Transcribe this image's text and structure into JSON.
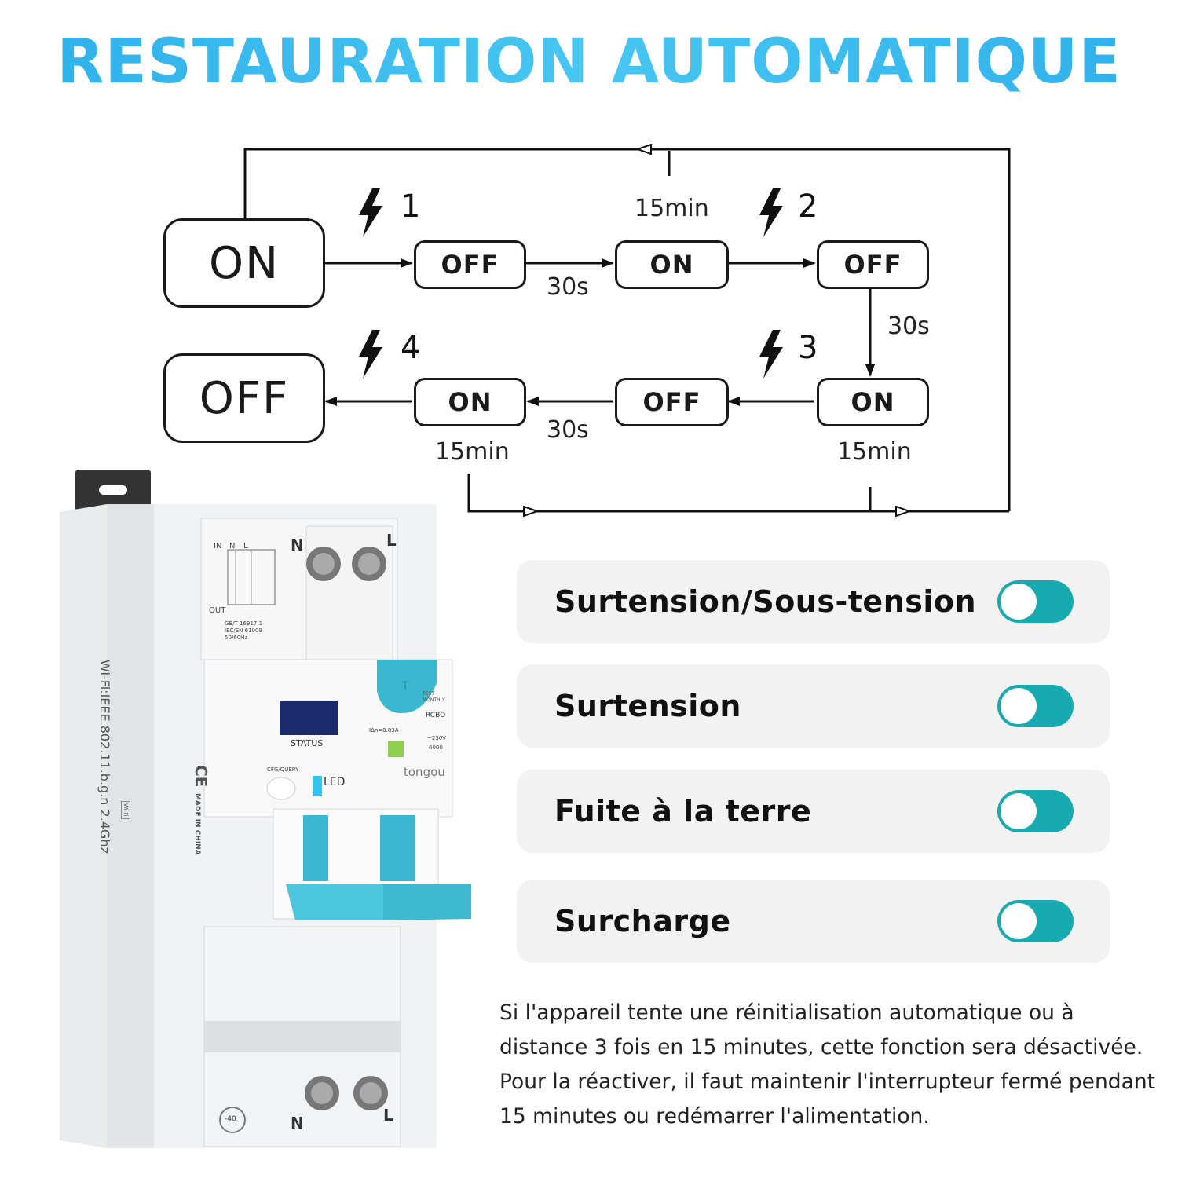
{
  "title": "RESTAURATION AUTOMATIQUE",
  "diagram": {
    "start_state": "ON",
    "end_state": "OFF",
    "states": {
      "row1_off": "OFF",
      "row1_on": "ON",
      "row1_off2": "OFF",
      "row2_on": "ON",
      "row2_off": "OFF",
      "row2_on2": "ON"
    },
    "events": [
      "1",
      "2",
      "3",
      "4"
    ],
    "delays": {
      "d1": "30s",
      "d2": "15min",
      "d3": "30s",
      "d4": "15min",
      "d5": "30s",
      "d6": "15min"
    },
    "bolt_icon": "lightning-bolt-icon"
  },
  "protections": [
    {
      "label": "Surtension/Sous-tension",
      "enabled": true
    },
    {
      "label": "Surtension",
      "enabled": true
    },
    {
      "label": "Fuite à la terre",
      "enabled": true
    },
    {
      "label": "Surcharge",
      "enabled": true
    }
  ],
  "toggle_color": "#17aab0",
  "title_color": "#38b9ec",
  "description": "Si l'appareil tente une réinitialisation automatique ou à distance 3 fois en 15 minutes, cette fonction sera désactivée. Pour la réactiver, il faut maintenir l'interrupteur fermé pendant 15 minutes ou redémarrer l'alimentation.",
  "device": {
    "terminal_top_n": "N",
    "terminal_top_l": "L",
    "terminal_bottom_n": "N",
    "terminal_bottom_l": "L",
    "wiring_in": "IN",
    "wiring_n": "N",
    "wiring_l": "L",
    "wiring_out": "OUT",
    "standards": [
      "GB/T 16917.1",
      "IEC/EN 61009",
      "50/60Hz"
    ],
    "status": "STATUS",
    "cfg": "CFG/QUERY",
    "led": "LED",
    "test_label": "TEST MONTHLY",
    "rcbo": "RCBO",
    "test_button": "T",
    "leakage": "IΔn=0.03A",
    "voltage": "~230V",
    "capacity": "6000",
    "brand": "tongou",
    "wifi_spec": "Wi-Fi:IEEE 802.11.b.g.n 2.4Ghz",
    "wifi_badge": "Wi-Fi",
    "ce_mark": "CE",
    "made_in": "MADE IN CHINA",
    "temp": "-40"
  }
}
